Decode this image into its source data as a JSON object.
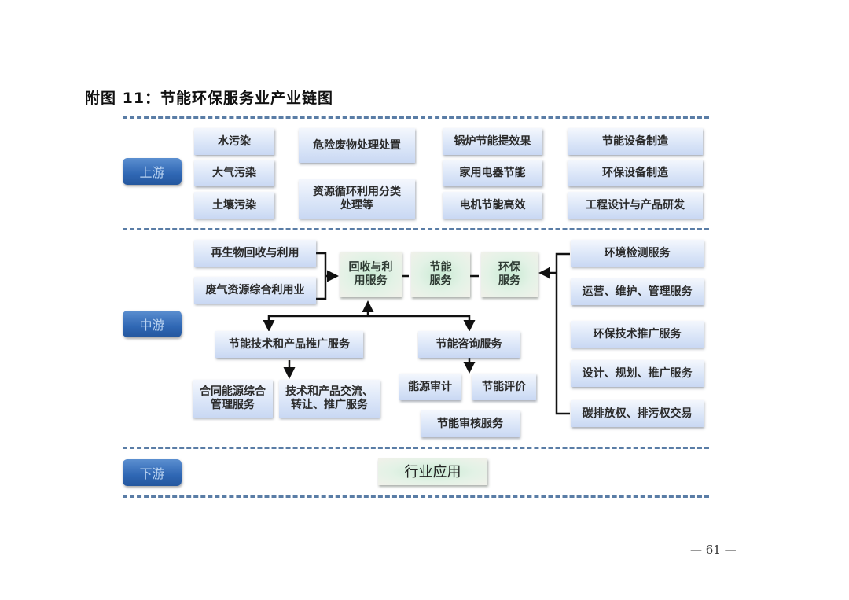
{
  "title": "附图 11：节能环保服务业产业链图",
  "page_number": "— 61 —",
  "stages": {
    "upstream": "上游",
    "midstream": "中游",
    "downstream": "下游"
  },
  "upstream": {
    "col1": [
      "水污染",
      "大气污染",
      "土壤污染"
    ],
    "col2": [
      "危险废物处理处置",
      "资源循环利用分类处理等"
    ],
    "col3": [
      "锅炉节能提效果",
      "家用电器节能",
      "电机节能高效"
    ],
    "col4": [
      "节能设备制造",
      "环保设备制造",
      "工程设计与产品研发"
    ]
  },
  "midstream": {
    "left_inputs": [
      "再生物回收与利用",
      "废气资源综合利用业"
    ],
    "core": [
      "回收与利用服务",
      "节能服务",
      "环保服务"
    ],
    "tech_promo": "节能技术和产品推广服务",
    "tech_promo_children": [
      "合同能源综合管理服务",
      "技术和产品交流、转让、推广服务"
    ],
    "consulting": "节能咨询服务",
    "consulting_children": [
      "能源审计",
      "节能评价",
      "节能审核服务"
    ],
    "env_services": [
      "环境检测服务",
      "运营、维护、管理服务",
      "环保技术推广服务",
      "设计、规划、推广服务",
      "碳排放权、排污权交易"
    ]
  },
  "downstream": {
    "application": "行业应用"
  },
  "colors": {
    "stage_blue": "#2f67b4",
    "box_blue": "#dbe6f8",
    "box_green": "#c8ead3",
    "dash": "#5a7da6"
  }
}
